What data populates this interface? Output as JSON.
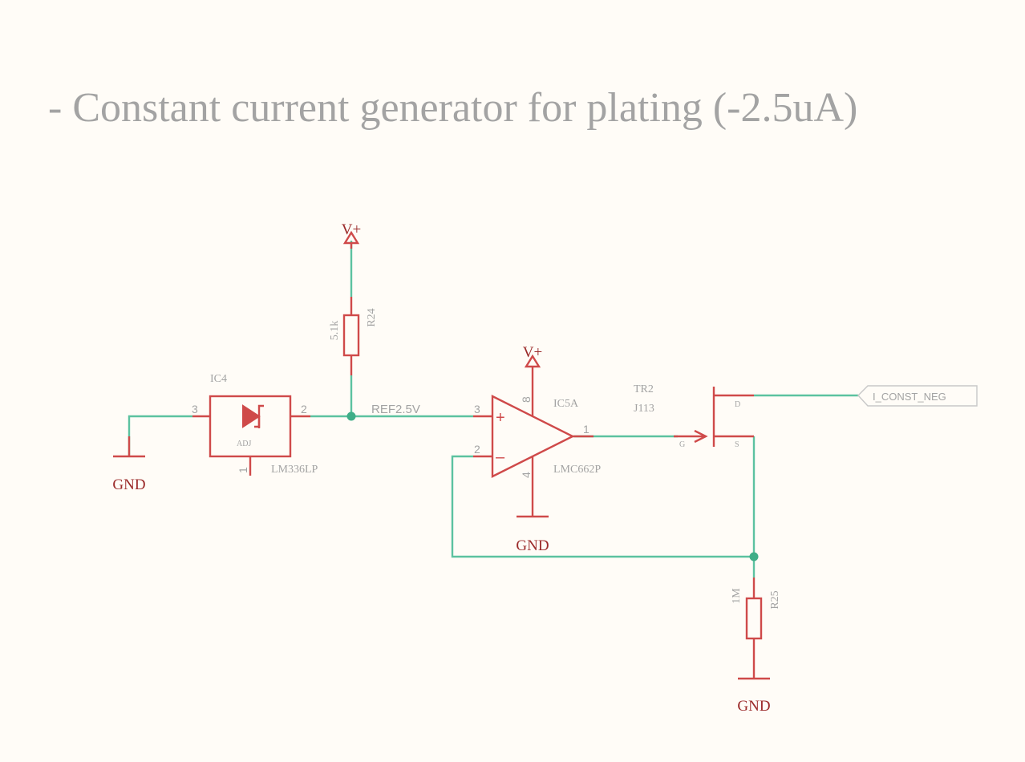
{
  "title": "- Constant current generator for plating (-2.5uA)",
  "power": {
    "vplus": "V+",
    "gnd": "GND"
  },
  "ic4": {
    "ref": "IC4",
    "value": "LM336LP",
    "adj": "ADJ",
    "pin_adj": "1",
    "pin_left": "3",
    "pin_right": "2"
  },
  "r24": {
    "ref": "R24",
    "value": "5.1k"
  },
  "ic5": {
    "ref": "IC5A",
    "value": "LMC662P",
    "pin_plus": "3",
    "pin_minus": "2",
    "pin_out": "1",
    "pin_vcc": "8",
    "pin_gnd": "4",
    "plus_sym": "+",
    "minus_sym": "–"
  },
  "tr2": {
    "ref": "TR2",
    "value": "J113",
    "pin_d": "D",
    "pin_g": "G",
    "pin_s": "S"
  },
  "r25": {
    "ref": "R25",
    "value": "1M"
  },
  "net_ref": "REF2.5V",
  "port": "I_CONST_NEG"
}
